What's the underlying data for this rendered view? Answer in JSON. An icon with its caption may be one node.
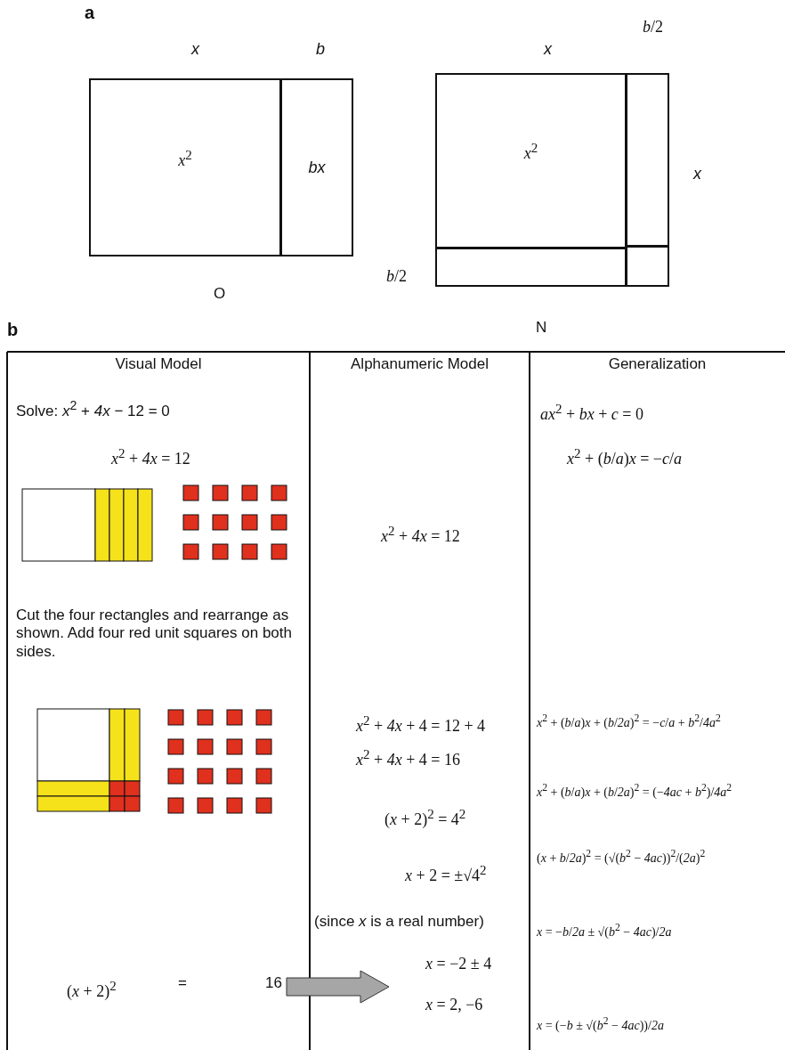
{
  "diagram": {
    "nodes": [
      {
        "text": [
          "*x*$^{2}$"
        ]
      },
      {
        "text": [
          "bx"
        ]
      },
      {
        "text": [
          "*x*$^{2}$"
        ]
      },
      {
        "text": [],
        "shape": "box"
      },
      {
        "text": [],
        "shape": "box"
      },
      {
        "text": [],
        "shape": "box"
      }
    ],
    "edges": [],
    "labels": [
      "a",
      "x",
      "b",
      "*b*/2",
      "x",
      "x",
      "*b*/2",
      "O",
      "b",
      "N",
      "Visual Model",
      "Alphanumeric Model",
      "Generalization",
      "Solve: *x*$^{2}$ + *4x* − 12 = 0",
      "*ax*$^{2}$ + *bx* + *c* = 0",
      "*x*$^{2}$ + *4x* = 12",
      "*x*$^{2}$ + (*b*/*a*)*x* = −*c*/*a*",
      "*x*$^{2}$ + *4x* = 12",
      "Cut the four rectangles and rearrange as shown. Add four red unit squares on both sides.",
      "*x*$^{2}$ + *4x* + 4 = 12 + 4",
      "*x*$^{2}$ + (*b*/*a*)*x* + (*b*/*2a*)$^{2}$ = −*c*/*a* + *b*$^{2}$/*4a*$^{2}$",
      "*x*$^{2}$ + *4x* + 4 = 16",
      "*x*$^{2}$ + (*b*/*a*)*x* + (*b*/*2a*)$^{2}$ = (−*4ac* + *b*$^{2}$)/*4a*$^{2}$",
      "(*x* + 2)$^{2}$ = 4$^{2}$",
      "(*x* + *b*/*2a*)$^{2}$ = (√(*b*$^{2}$ − *4ac*))$^{2}$/(*2a*)$^{2}$",
      "*x* + 2 = ±√4$^{2}$",
      "(since *x* is a real number)",
      "*x* = −*b*/*2a* ± √(*b*$^{2}$ − *4ac*)/*2a*",
      "*x* = −2 ± 4",
      "(*x* + 2)$^{2}$",
      "=",
      "16",
      "*x* = 2, −6",
      "*x* = (−*b* ± √(*b*$^{2}$ − *4ac*))/*2a*"
    ]
  }
}
